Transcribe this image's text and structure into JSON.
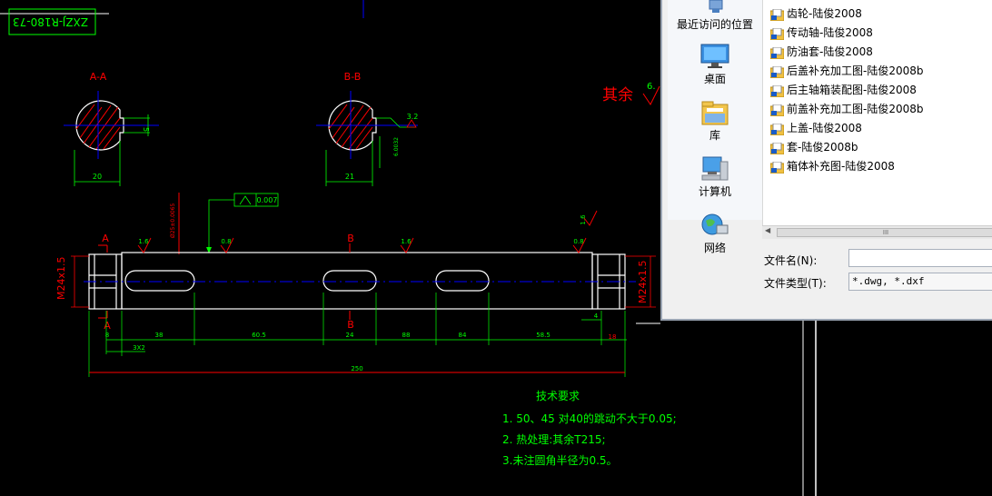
{
  "drawing": {
    "title_block": "ZXZJ-R180-73",
    "section_a_label": "A-A",
    "section_b_label": "B-B",
    "section_a_dims": {
      "width": "20",
      "key": "5"
    },
    "section_b_dims": {
      "width": "21",
      "depth": "6.0032",
      "rough": "3.2"
    },
    "rest_label": "其余",
    "rest_value": "6.",
    "tolerance_value": "0.007",
    "diameter_note": "Ø25±0.0065",
    "thread_left": "M24x1.5",
    "thread_right": "M24x1.5",
    "section_mark_a": "A",
    "section_mark_b": "B",
    "roughness": [
      "1.6",
      "0.8",
      "1.6",
      "0.8",
      "1.6"
    ],
    "dims_bottom": [
      "8",
      "38",
      "60.5",
      "24",
      "88",
      "84",
      "58.5",
      "18",
      "4"
    ],
    "chamfer": "3X2",
    "overall_length": "250",
    "tech_title": "技术要求",
    "tech_notes": [
      "1. 50、45 对40的跳动不大于0.05;",
      "2. 热处理:其余T215;",
      "3.未注圆角半径为0.5。"
    ]
  },
  "dialog": {
    "nav": [
      {
        "label": "最近访问的位置",
        "icon": "recent-places-icon"
      },
      {
        "label": "桌面",
        "icon": "desktop-icon"
      },
      {
        "label": "库",
        "icon": "libraries-icon"
      },
      {
        "label": "计算机",
        "icon": "computer-icon"
      },
      {
        "label": "网络",
        "icon": "network-icon"
      }
    ],
    "files": [
      "齿轮-陆俊2008",
      "传动轴-陆俊2008",
      "防油套-陆俊2008",
      "后盖补充加工图-陆俊2008b",
      "后主轴箱装配图-陆俊2008",
      "前盖补充加工图-陆俊2008b",
      "上盖-陆俊2008",
      "套-陆俊2008b",
      "箱体补充图-陆俊2008"
    ],
    "scroll_grip": "III",
    "filename_label": "文件名(N):",
    "filename_value": "",
    "filetype_label": "文件类型(T):",
    "filetype_value": "*.dwg, *.dxf"
  },
  "colors": {
    "background": "#000000",
    "outline": "#ffffff",
    "dimension": "#00ff00",
    "center": "#0000ff",
    "annotation": "#ff0000",
    "hatch": "#ff0000",
    "text": "#00ff00"
  }
}
